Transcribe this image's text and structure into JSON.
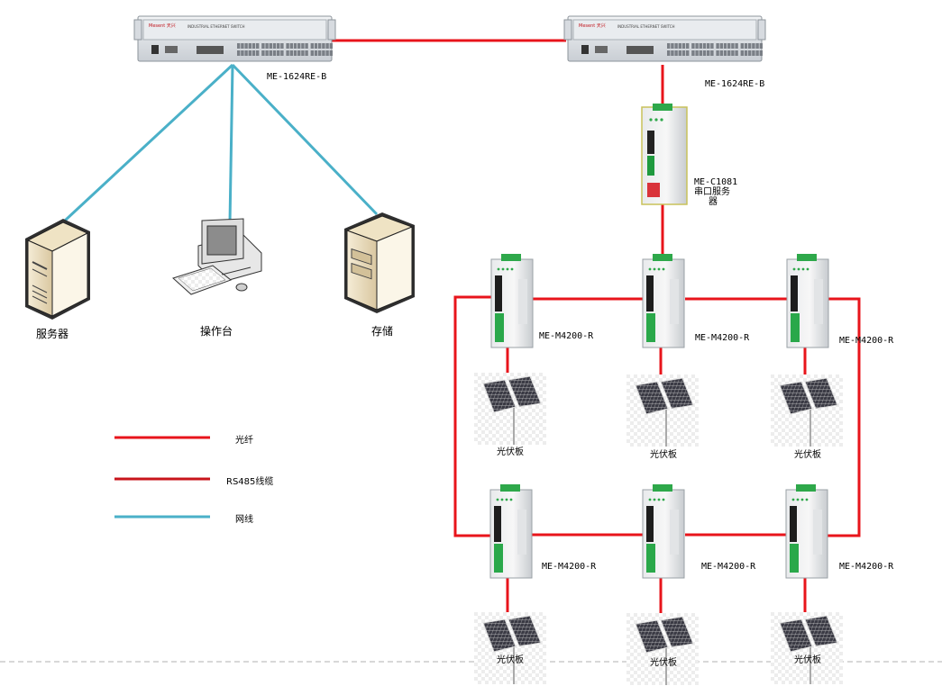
{
  "switches": [
    {
      "id": "sw-left",
      "label": "ME-1624RE-B",
      "brand": "Mesent 天兴",
      "panel_text": "INDUSTRIAL ETHERNET SWITCH"
    },
    {
      "id": "sw-right",
      "label": "ME-1624RE-B",
      "brand": "Mesent 天兴",
      "panel_text": "INDUSTRIAL ETHERNET SWITCH"
    }
  ],
  "serial_server": {
    "label_line1": "ME-C1081",
    "label_line2": "串口服务",
    "label_line3": "器"
  },
  "modules": [
    {
      "id": "m1",
      "label": "ME-M4200-R"
    },
    {
      "id": "m2",
      "label": "ME-M4200-R"
    },
    {
      "id": "m3",
      "label": "ME-M4200-R"
    },
    {
      "id": "m4",
      "label": "ME-M4200-R"
    },
    {
      "id": "m5",
      "label": "ME-M4200-R"
    },
    {
      "id": "m6",
      "label": "ME-M4200-R"
    }
  ],
  "panels": [
    {
      "id": "p1",
      "label": "光伏板"
    },
    {
      "id": "p2",
      "label": "光伏板"
    },
    {
      "id": "p3",
      "label": "光伏板"
    },
    {
      "id": "p4",
      "label": "光伏板"
    },
    {
      "id": "p5",
      "label": "光伏板"
    },
    {
      "id": "p6",
      "label": "光伏板"
    }
  ],
  "endpoints": [
    {
      "id": "server",
      "label": "服务器",
      "icon": "server-icon"
    },
    {
      "id": "console",
      "label": "操作台",
      "icon": "workstation-icon"
    },
    {
      "id": "storage",
      "label": "存储",
      "icon": "storage-icon"
    }
  ],
  "legend": [
    {
      "label": "光纤",
      "color": "#e8141b"
    },
    {
      "label": "RS485线缆",
      "color": "#c8141b"
    },
    {
      "label": "网线",
      "color": "#4ab0c8"
    }
  ],
  "colors": {
    "fiber": "#e8141b",
    "rs485": "#c8141b",
    "network": "#4ab0c8"
  }
}
